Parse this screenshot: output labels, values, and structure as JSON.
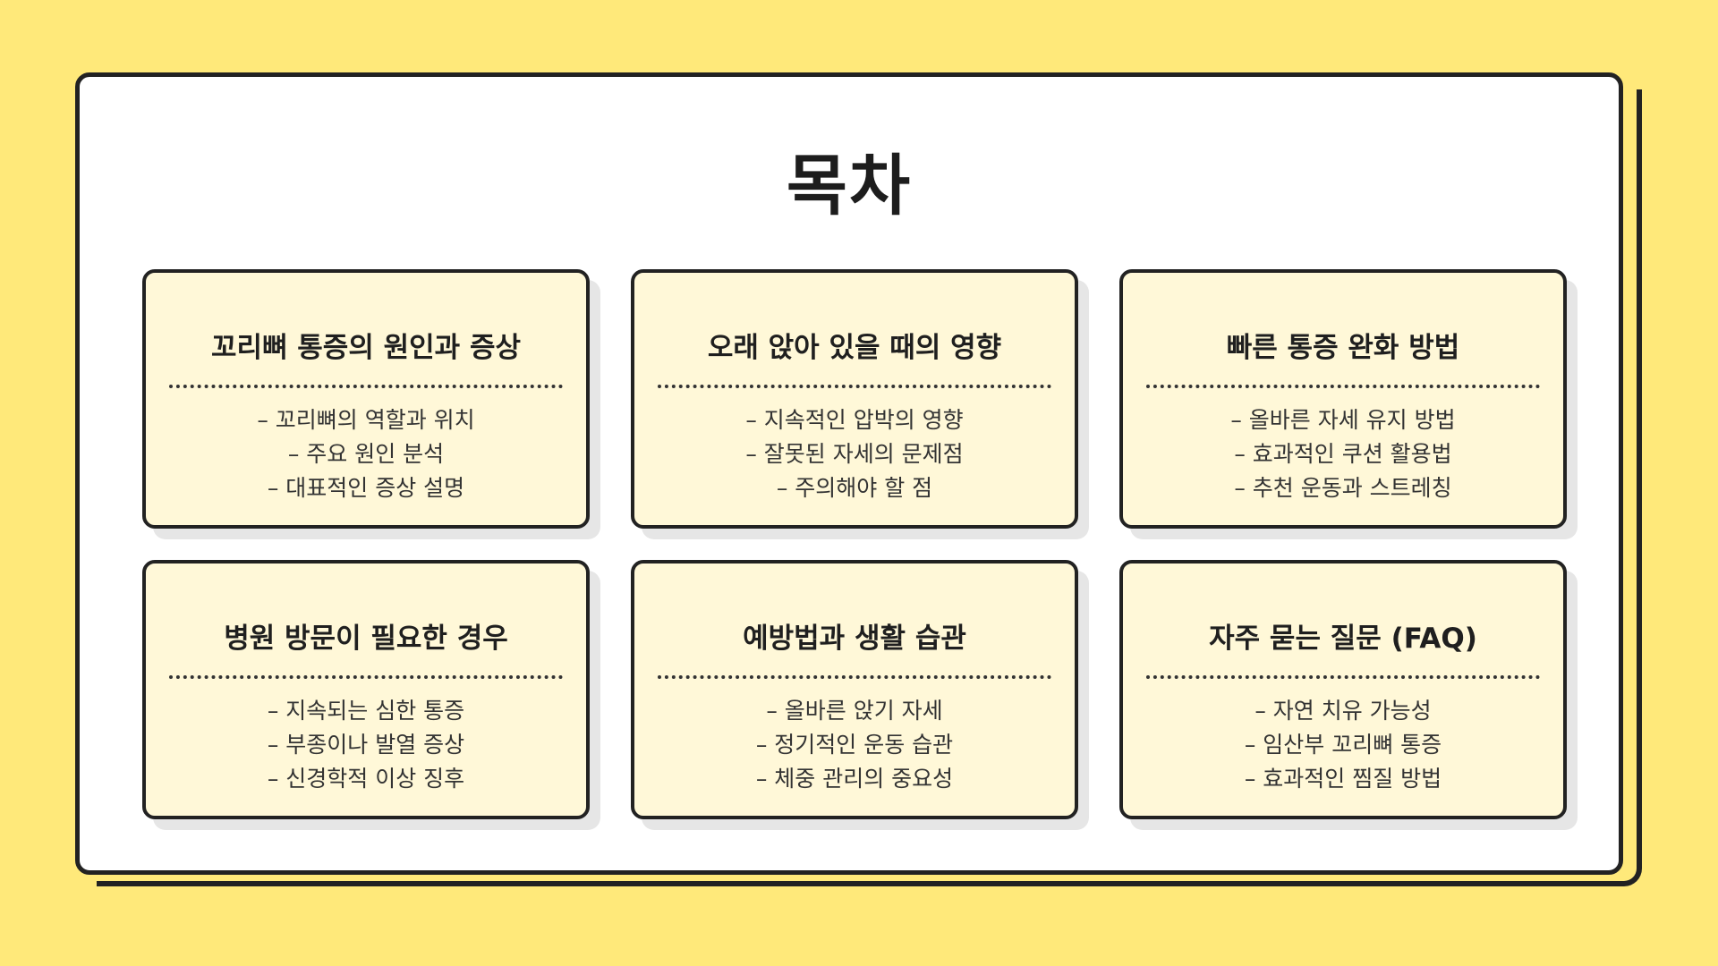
{
  "title": "목차",
  "sections": [
    {
      "title": "꼬리뼈 통증의 원인과 증상",
      "items": [
        "– 꼬리뼈의 역할과 위치",
        "– 주요 원인 분석",
        "– 대표적인 증상 설명"
      ]
    },
    {
      "title": "오래 앉아 있을 때의 영향",
      "items": [
        "– 지속적인 압박의 영향",
        "– 잘못된 자세의 문제점",
        "– 주의해야 할 점"
      ]
    },
    {
      "title": "빠른 통증 완화 방법",
      "items": [
        "– 올바른 자세 유지 방법",
        "– 효과적인 쿠션 활용법",
        "– 추천 운동과 스트레칭"
      ]
    },
    {
      "title": "병원 방문이 필요한 경우",
      "items": [
        "– 지속되는 심한 통증",
        "– 부종이나 발열 증상",
        "– 신경학적 이상 징후"
      ]
    },
    {
      "title": "예방법과 생활 습관",
      "items": [
        "– 올바른 앉기 자세",
        "– 정기적인 운동 습관",
        "– 체중 관리의 중요성"
      ]
    },
    {
      "title": "자주 묻는 질문 (FAQ)",
      "items": [
        "– 자연 치유 가능성",
        "– 임산부 꼬리뼈 통증",
        "– 효과적인 찜질 방법"
      ]
    }
  ],
  "colors": {
    "background": "#FFE97A",
    "card": "#FFFFFF",
    "box": "#FFF8D8",
    "border": "#222222"
  }
}
